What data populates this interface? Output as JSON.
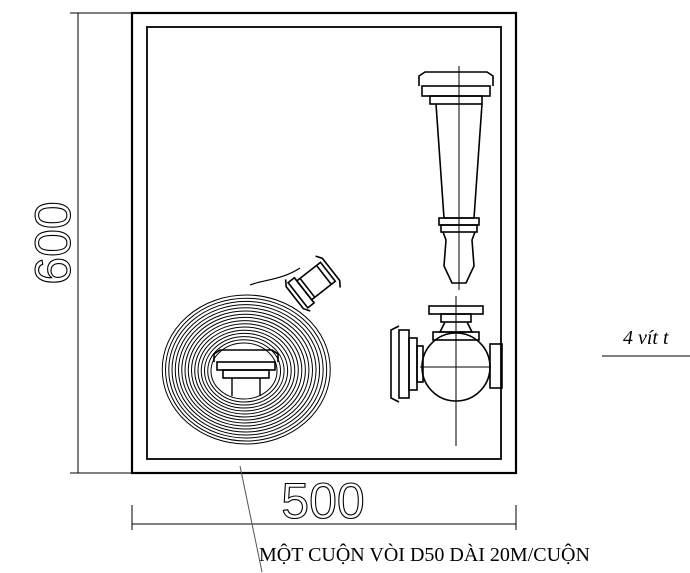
{
  "dimensions": {
    "height_label": "600",
    "width_label": "500"
  },
  "labels": {
    "hose_note": "MỘT CUỘN VÒI D50 DÀI 20M/CUỘN",
    "side_note": "4 vít t"
  },
  "colors": {
    "ink": "#000000",
    "background": "#ffffff"
  }
}
